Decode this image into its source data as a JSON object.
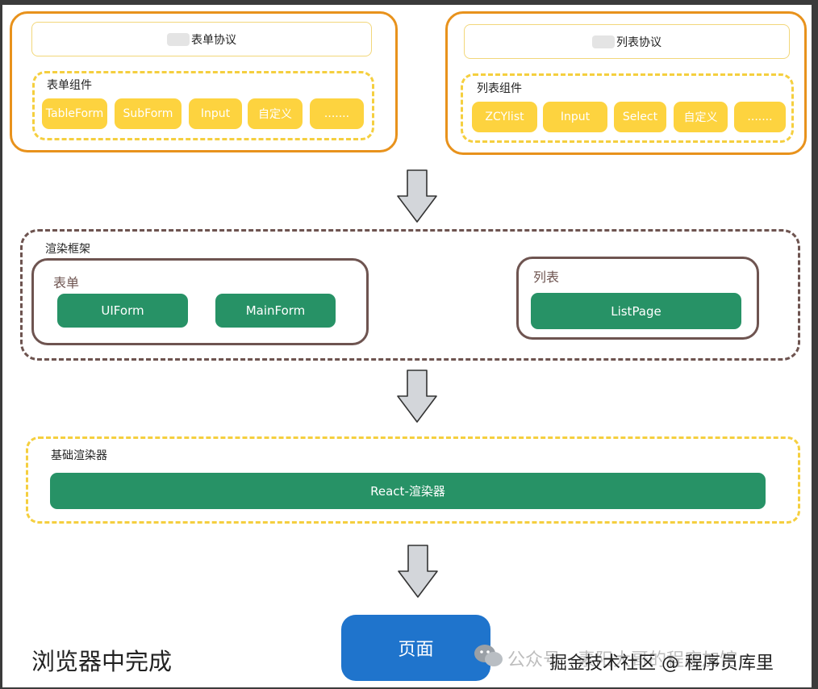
{
  "form_protocol": {
    "title": "表单协议",
    "group_label": "表单组件",
    "chips": [
      "TableForm",
      "SubForm",
      "Input",
      "自定义",
      "......."
    ]
  },
  "list_protocol": {
    "title": "列表协议",
    "group_label": "列表组件",
    "chips": [
      "ZCYlist",
      "Input",
      "Select",
      "自定义",
      "......."
    ]
  },
  "render_framework": {
    "label": "渲染框架",
    "form_group": {
      "label": "表单",
      "buttons": [
        "UIForm",
        "MainForm"
      ]
    },
    "list_group": {
      "label": "列表",
      "buttons": [
        "ListPage"
      ]
    }
  },
  "base_renderer": {
    "label": "基础渲染器",
    "bar": "React-渲染器"
  },
  "page_button": "页面",
  "done_label": "浏览器中完成",
  "watermark": {
    "background": "公众号 · 素阳大哥的程序加馆",
    "foreground": "掘金技术社区 @ 程序员库里"
  },
  "colors": {
    "orange_border": "#e8921c",
    "yellow": "#fdd33f",
    "green": "#279266",
    "brown": "#6e5450",
    "blue": "#1f74cc",
    "arrow_fill": "#d3d6da"
  },
  "icons": [
    "down-arrow-icon",
    "wechat-icon"
  ]
}
